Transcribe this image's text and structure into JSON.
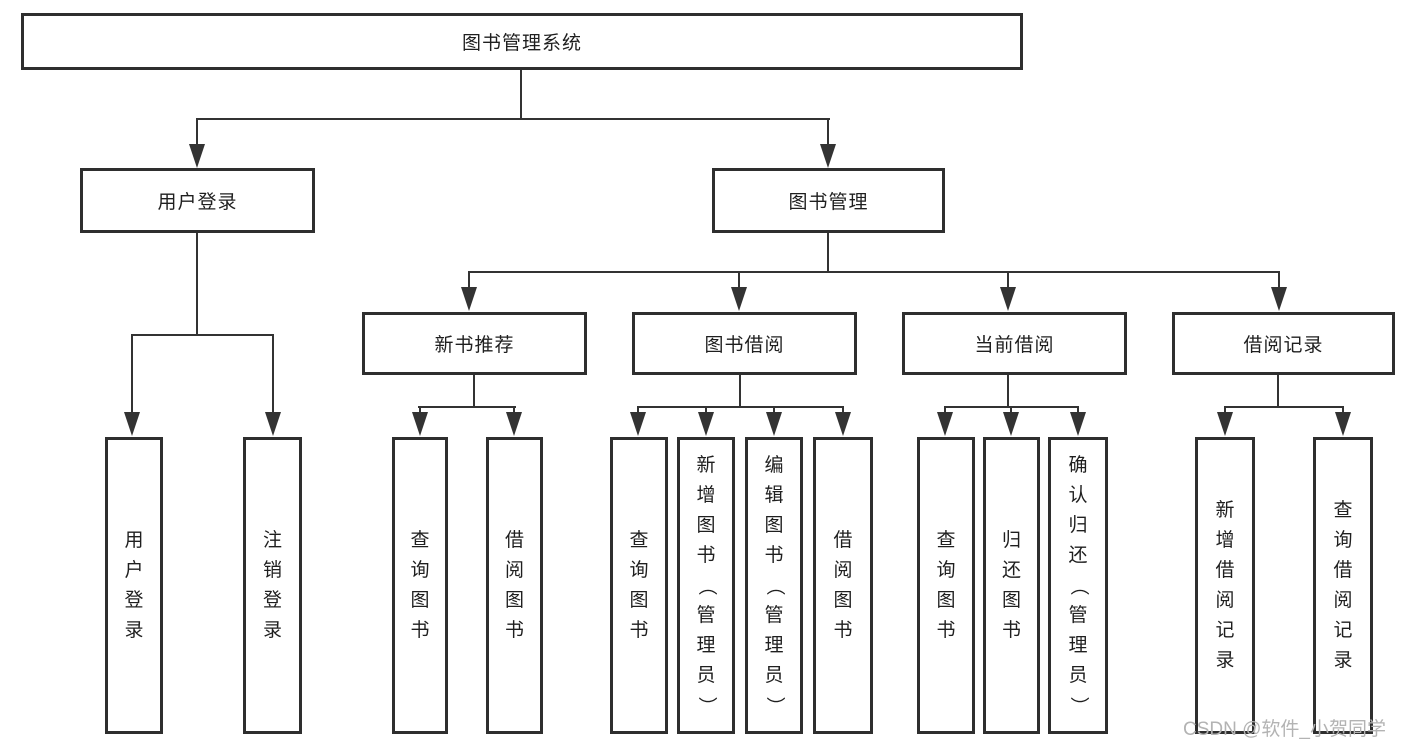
{
  "colors": {
    "line": "#333333",
    "border": "#2e2e2e",
    "text": "#1f1f1f",
    "watermark": "#b3b3b3",
    "background": "#ffffff"
  },
  "diagram": {
    "root": "图书管理系统",
    "level2": {
      "user_login": "用户登录",
      "book_management": "图书管理"
    },
    "level3": {
      "new_book_recommend": "新书推荐",
      "book_borrow": "图书借阅",
      "current_borrow": "当前借阅",
      "borrow_records": "借阅记录"
    },
    "leaves": {
      "user_login": "用户登录",
      "logout": "注销登录",
      "recommend_query_book": "查询图书",
      "recommend_borrow_book": "借阅图书",
      "borrow_query_book": "查询图书",
      "borrow_add_book_admin": "新增图书（管理员）",
      "borrow_edit_book_admin": "编辑图书（管理员）",
      "borrow_borrow_book": "借阅图书",
      "current_query_book": "查询图书",
      "current_return_book": "归还图书",
      "current_confirm_return_admin": "确认归还（管理员）",
      "records_add_record": "新增借阅记录",
      "records_query_record": "查询借阅记录"
    }
  },
  "watermark": {
    "text": "CSDN @软件_小贺同学"
  }
}
